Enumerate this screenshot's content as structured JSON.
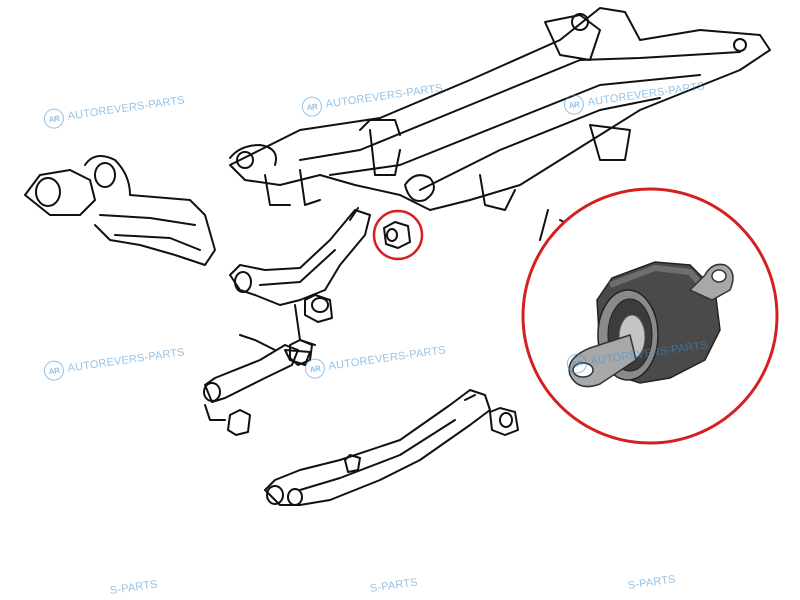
{
  "watermark": {
    "logo": "AR",
    "text": "AUTOREVERS-PARTS",
    "partial_text": "S-PARTS"
  },
  "colors": {
    "line": "#111111",
    "highlight_circle": "#d42020",
    "watermark": "#3e8fd0",
    "bushing_body": "#4a4a4a",
    "bushing_metal": "#a8a8a8"
  },
  "figure": {
    "subject": "rear-suspension-subframe-exploded-view",
    "highlighted_part": "trailing-arm-bushing"
  }
}
